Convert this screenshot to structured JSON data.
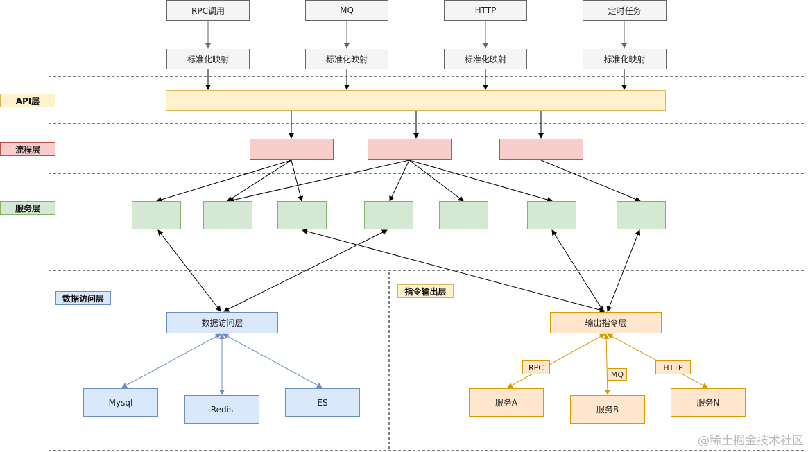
{
  "sources": [
    "RPC调用",
    "MQ",
    "HTTP",
    "定时任务"
  ],
  "mapping_label": "标准化映射",
  "layer_tags": {
    "api": "API层",
    "flow": "流程层",
    "service": "服务层",
    "data_access": "数据访问层",
    "command_output": "指令输出层"
  },
  "data_access_box": "数据访问层",
  "databases": [
    "Mysql",
    "Redis",
    "ES"
  ],
  "output_box": "输出指令层",
  "output_services": [
    "服务A",
    "服务B",
    "服务N"
  ],
  "protocol_labels": [
    "RPC",
    "MQ",
    "HTTP"
  ],
  "watermark": "@稀土掘金技术社区",
  "colors": {
    "api": "#fff2cc",
    "flow": "#f8cecc",
    "service": "#d5e8d4",
    "data_access": "#dae8fc",
    "command_output": "#ffe6cc"
  }
}
